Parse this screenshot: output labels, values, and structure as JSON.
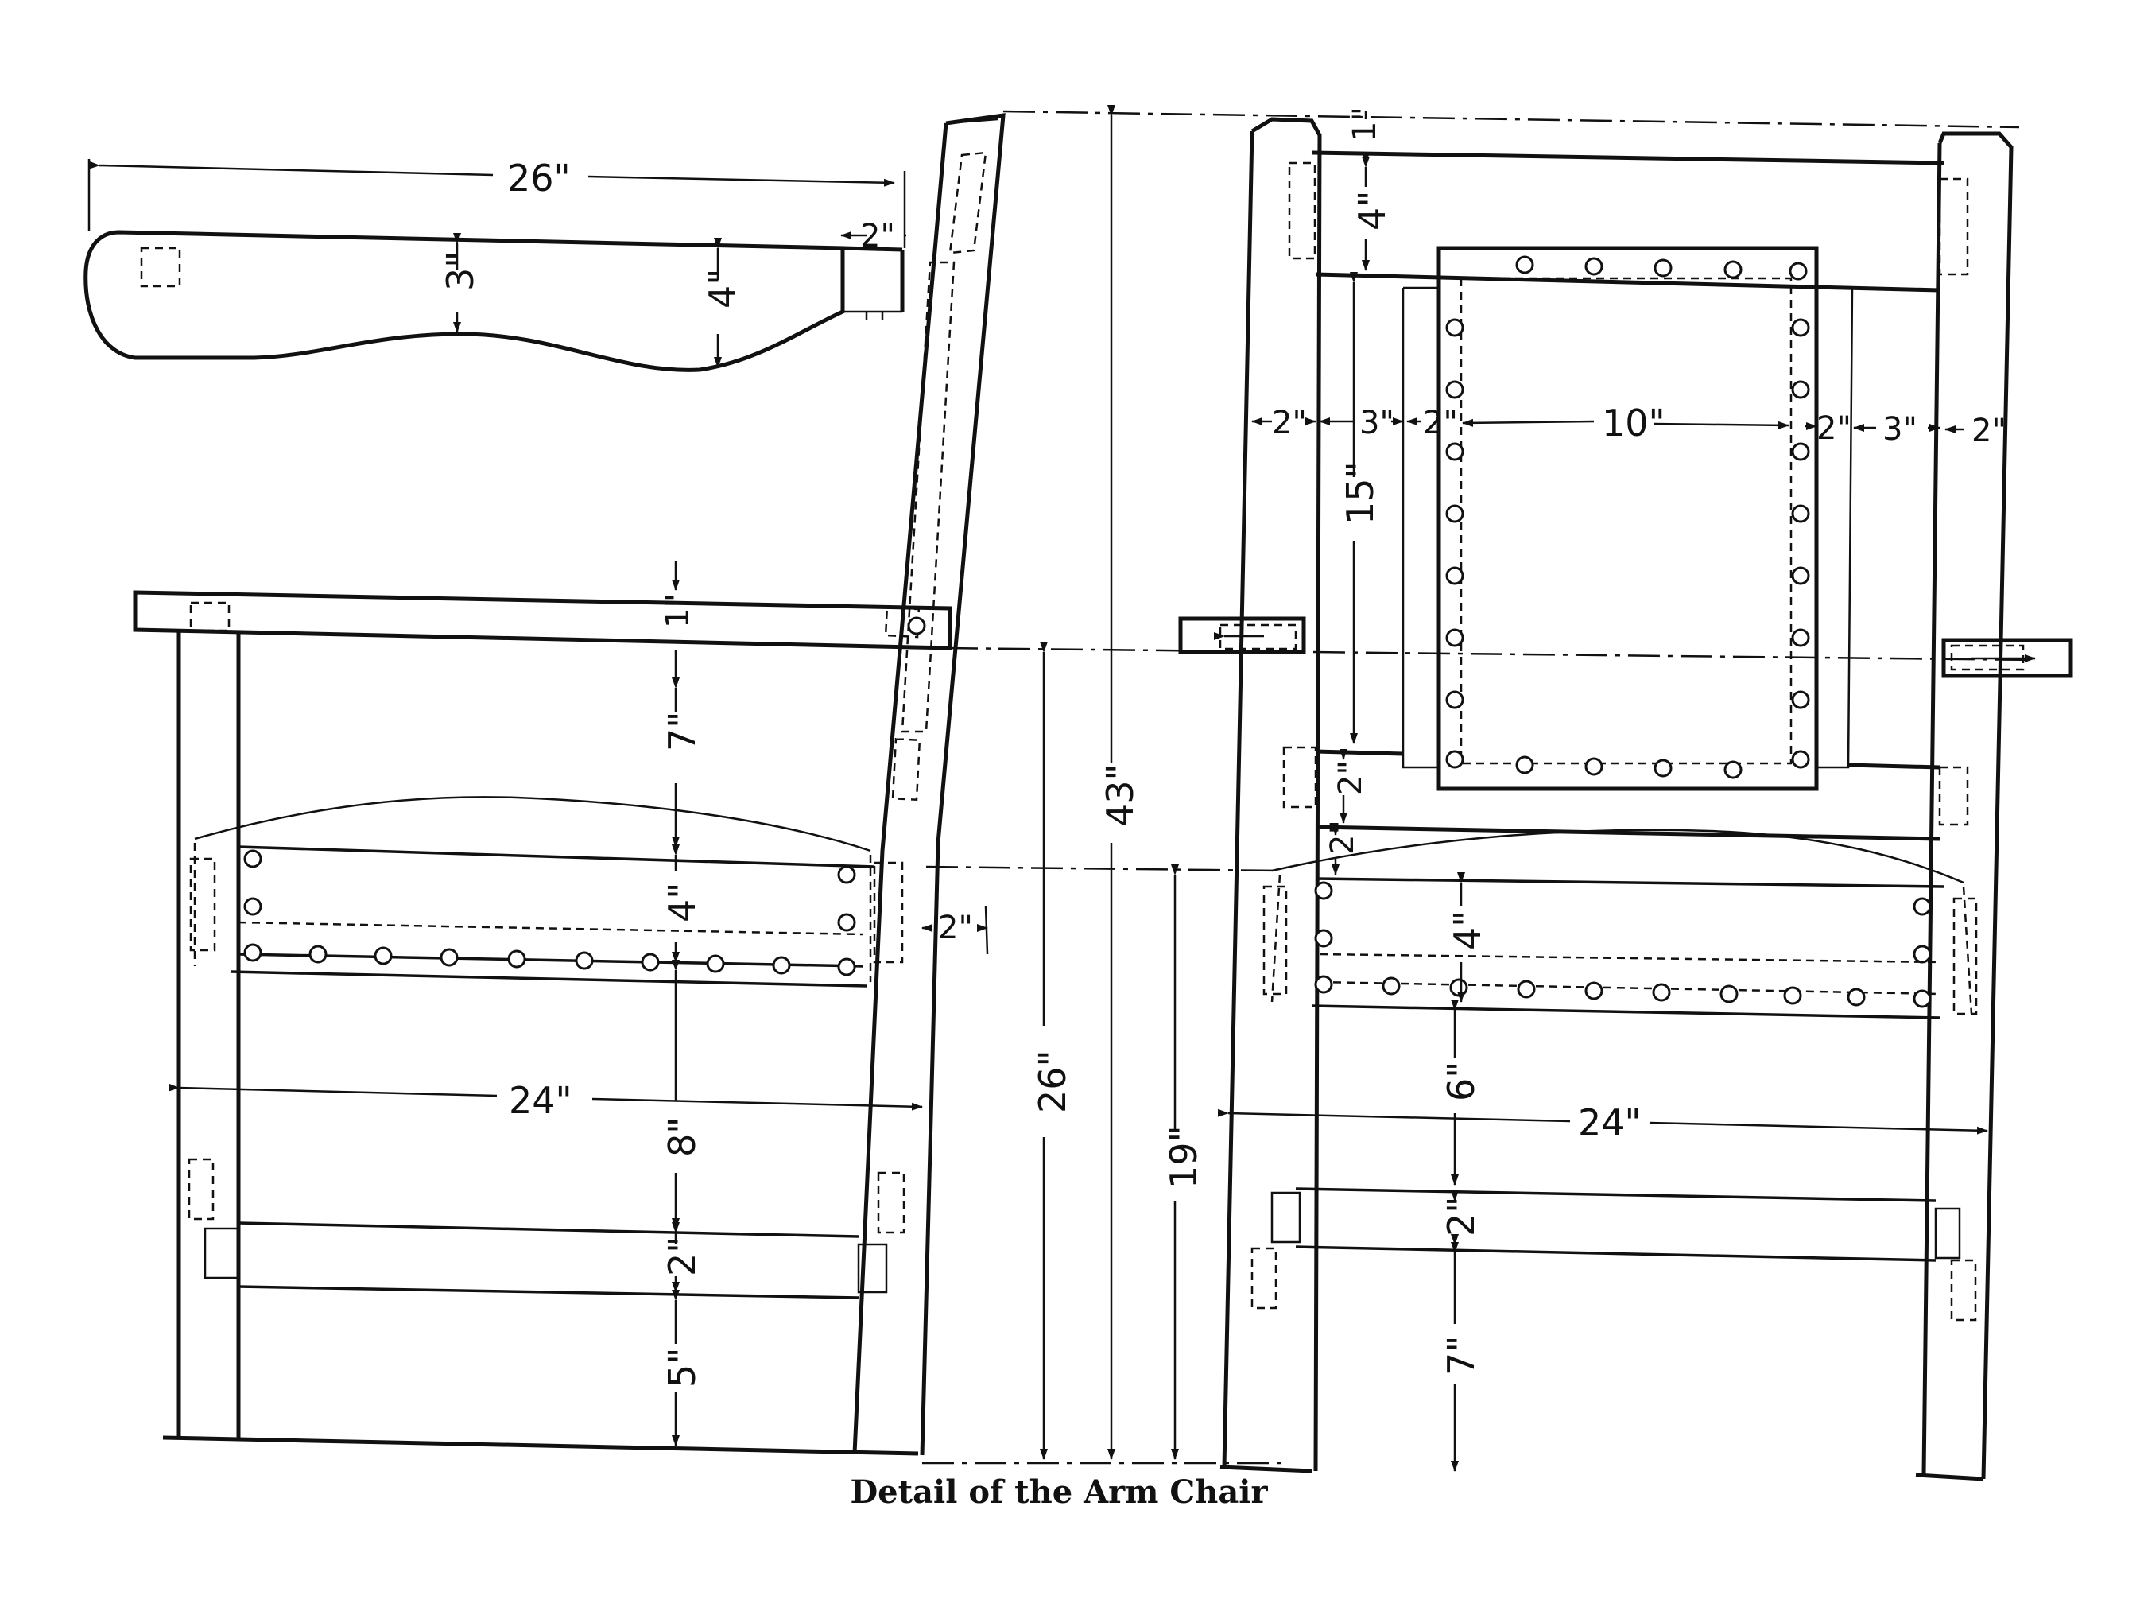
{
  "caption": "Detail of the Arm Chair",
  "dimensions": {
    "arm_length": "26\"",
    "arm_end": "2\"",
    "arm_waist": "3\"",
    "arm_width": "4\"",
    "arm_thickness": "1\"",
    "side_upper": "7\"",
    "side_rail": "4\"",
    "side_gap": "8\"",
    "side_lower_rail": "2\"",
    "side_bottom": "5\"",
    "side_width": "24\"",
    "back_post_offset": "2\"",
    "seat_height": "26\"",
    "total_height": "43\"",
    "front_height": "19\"",
    "back_top_gap": "1\"",
    "back_top_rail": "4\"",
    "back_panel_height": "15\"",
    "back_post_left": "2\"",
    "back_gap_left": "3\"",
    "back_slat_left": "2\"",
    "back_panel_width": "10\"",
    "back_slat_right": "2\"",
    "back_gap_right": "3\"",
    "back_post_right": "2\"",
    "back_lower_rail": "2\"",
    "back_seat_gap": "2\"",
    "back_seat_rail": "4\"",
    "back_lower_gap": "6\"",
    "back_width": "24\"",
    "back_stretcher": "2\"",
    "back_bottom": "7\""
  }
}
